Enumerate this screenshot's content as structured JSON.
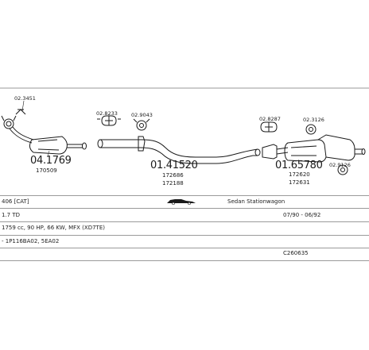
{
  "parts": {
    "part_cat": "04.1769",
    "sub_cat": "170509",
    "small_cat_clamp": "02.3451",
    "clamp_mid_a": "02.8233",
    "clamp_mid_b": "02.9043",
    "part_middle": "01.41520",
    "sub_middle_1": "172686",
    "sub_middle_2": "172188",
    "clamp_rear_a": "02.8287",
    "clamp_rear_b": "02.3126",
    "clamp_rear_c": "02.9126",
    "part_rear": "01.65780",
    "sub_rear_1": "172620",
    "sub_rear_2": "172631"
  },
  "info": {
    "model": "406 [CAT]",
    "body": "Sedan Stationwagon",
    "engine": "1.7 TD",
    "years": "07/90 - 06/92",
    "spec": "1759 cc, 90 HP, 66 KW, MFX (XD7TE)",
    "codes": "- 1P116BA02, 5EA02",
    "ref": "C260635"
  },
  "colors": {
    "line": "#1a1a1a",
    "rule": "#9a9a9a"
  }
}
